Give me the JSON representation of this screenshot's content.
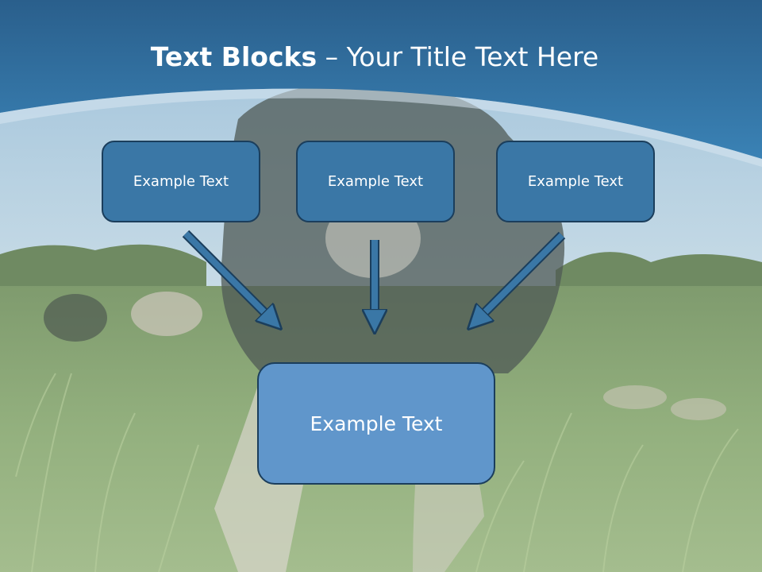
{
  "slide": {
    "title_bold": "Text Blocks",
    "title_dash": " – ",
    "title_rest": "Your Title Text Here"
  },
  "blocks": {
    "top": [
      {
        "label": "Example Text"
      },
      {
        "label": "Example Text"
      },
      {
        "label": "Example Text"
      }
    ],
    "bottom": {
      "label": "Example Text"
    }
  },
  "colors": {
    "header_blue": "#2f6fa3",
    "box_dark": "#3a77a6",
    "box_light": "#6096cb",
    "outline": "#1b3e5c"
  }
}
